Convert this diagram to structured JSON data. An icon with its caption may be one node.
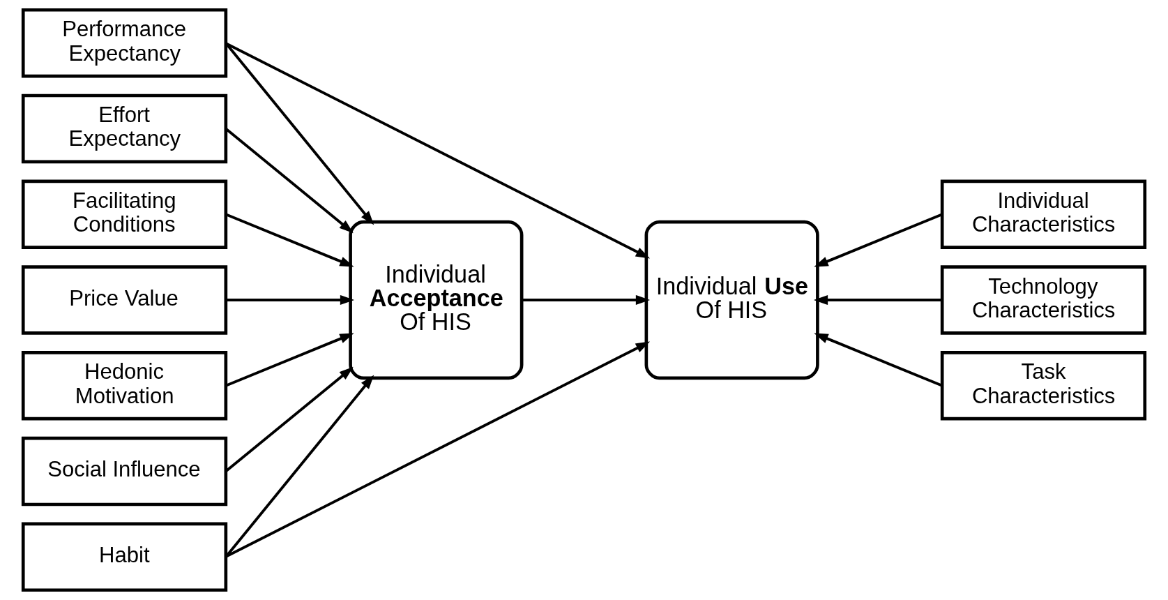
{
  "diagram": {
    "nodes": [
      {
        "text": [
          "Performance Expectancy"
        ]
      },
      {
        "text": [
          "Effort Expectancy"
        ]
      },
      {
        "text": [
          "Facilitating Conditions"
        ]
      },
      {
        "text": [
          "Price Value"
        ]
      },
      {
        "text": [
          "Hedonic Motivation"
        ]
      },
      {
        "text": [
          "Social Influence"
        ]
      },
      {
        "text": [
          "Habit"
        ]
      },
      {
        "text": [
          "Individual **Acceptance** Of HIS"
        ]
      },
      {
        "text": [
          "Individual **Use** Of HIS"
        ]
      },
      {
        "text": [
          "Individual Characteristics"
        ]
      },
      {
        "text": [
          "Technology Characteristics"
        ]
      },
      {
        "text": [
          "Task Characteristics"
        ]
      }
    ],
    "edges": [
      {
        "from": 0,
        "to": 7,
        "arrow": "to"
      },
      {
        "from": 0,
        "to": 8,
        "arrow": "to"
      },
      {
        "from": 1,
        "to": 7,
        "arrow": "to"
      },
      {
        "from": 2,
        "to": 7,
        "arrow": "to"
      },
      {
        "from": 3,
        "to": 7,
        "arrow": "to"
      },
      {
        "from": 4,
        "to": 7,
        "arrow": "to"
      },
      {
        "from": 5,
        "to": 7,
        "arrow": "to"
      },
      {
        "from": 6,
        "to": 7,
        "arrow": "to"
      },
      {
        "from": 6,
        "to": 8,
        "arrow": "to"
      },
      {
        "from": 7,
        "to": 8,
        "arrow": "to"
      },
      {
        "from": 9,
        "to": 8,
        "arrow": "to"
      },
      {
        "from": 10,
        "to": 8,
        "arrow": "to"
      },
      {
        "from": 11,
        "to": 8,
        "arrow": "to"
      }
    ]
  }
}
